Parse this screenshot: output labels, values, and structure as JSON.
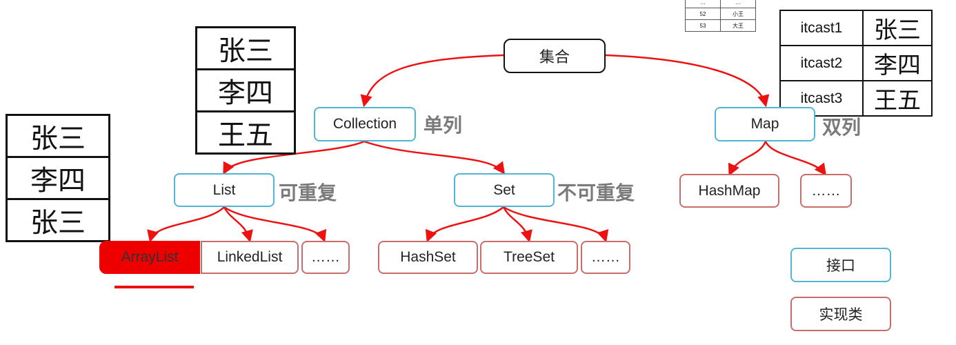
{
  "diagram": {
    "root": "集合",
    "interfaces": {
      "collection": "Collection",
      "map": "Map",
      "list": "List",
      "set": "Set"
    },
    "tags": {
      "collection": "单列",
      "map": "双列",
      "list": "可重复",
      "set": "不可重复"
    },
    "implementations": {
      "arraylist": "ArrayList",
      "linkedlist": "LinkedList",
      "list_more": "……",
      "hashset": "HashSet",
      "treeset": "TreeSet",
      "set_more": "……",
      "hashmap": "HashMap",
      "map_more": "……"
    },
    "legend": {
      "interface": "接口",
      "implementation": "实现类"
    }
  },
  "tables": {
    "left": [
      "张三",
      "李四",
      "张三"
    ],
    "middle": [
      "张三",
      "李四",
      "王五"
    ],
    "keyed": [
      {
        "key": "itcast1",
        "value": "张三"
      },
      {
        "key": "itcast2",
        "value": "李四"
      },
      {
        "key": "itcast3",
        "value": "王五"
      }
    ],
    "small": [
      [
        "…",
        "…"
      ],
      [
        "52",
        "小王"
      ],
      [
        "53",
        "大王"
      ]
    ]
  },
  "colors": {
    "interface_border": "#4fb6d6",
    "implementation_border": "#c86c6c",
    "arrow": "#ee1111",
    "highlight": "#ee0000",
    "tag_text": "#7a7a7a"
  }
}
